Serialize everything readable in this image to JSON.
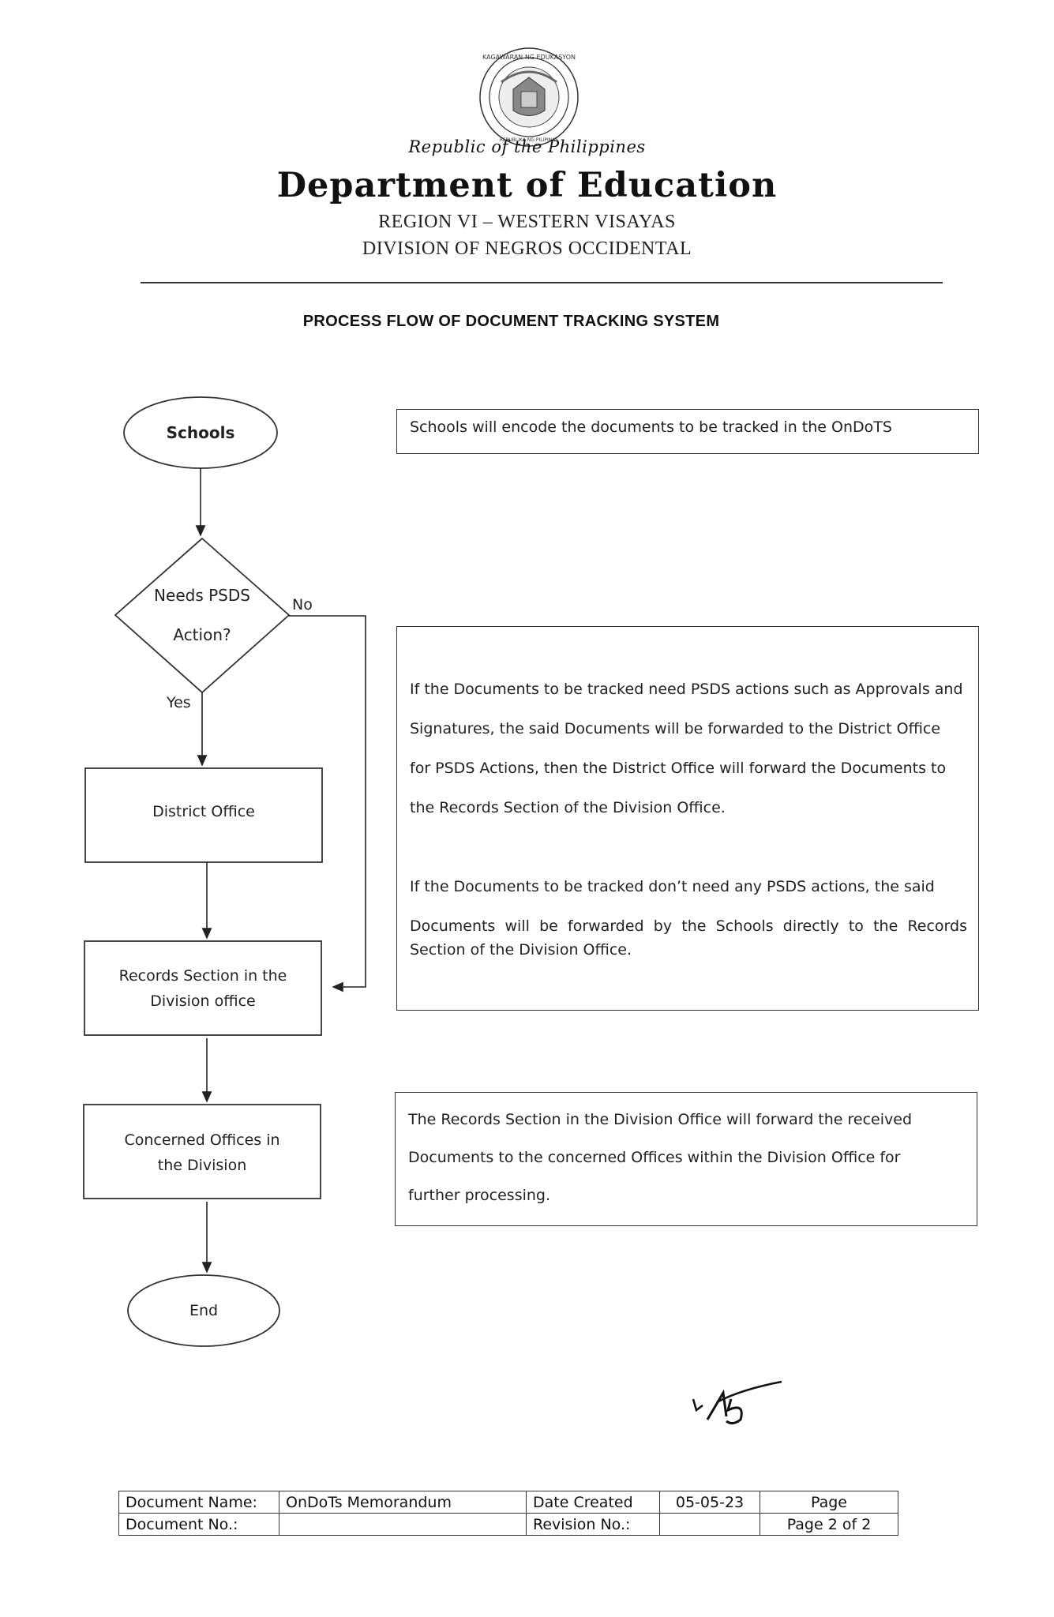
{
  "header": {
    "seal_ring_top": "KAGAWARAN NG EDUKASYON",
    "seal_ring_bottom": "REPUBLIKA NG PILIPINAS",
    "republic": "Republic of the Philippines",
    "department": "Department of Education",
    "region": "REGION VI – WESTERN VISAYAS",
    "division": "DIVISION OF NEGROS OCCIDENTAL"
  },
  "title": "PROCESS FLOW OF DOCUMENT TRACKING SYSTEM",
  "flow": {
    "start": "Schools",
    "decision_line1": "Needs PSDS",
    "decision_line2": "Action?",
    "no_label": "No",
    "yes_label": "Yes",
    "district": "District Office",
    "records_line1": "Records Section in the",
    "records_line2": "Division office",
    "concerned_line1": "Concerned Offices in",
    "concerned_line2": "the Division",
    "end": "End"
  },
  "descriptions": {
    "box1": "Schools will encode the documents to be tracked in the OnDoTS",
    "box2_p1": [
      "If the Documents to be tracked need PSDS actions such as Approvals and",
      "Signatures, the said Documents will be forwarded to the District Office",
      "for PSDS Actions, then the District Office will forward the Documents to",
      "the Records Section of the Division Office."
    ],
    "box2_p2": [
      "If the Documents to be tracked don’t need any PSDS actions, the said",
      "Documents will be forwarded by the Schools directly to the Records",
      "Section of the Division Office."
    ],
    "box3": [
      "The Records Section in the Division Office will forward the received",
      "Documents to the concerned Offices within the Division Office for",
      "further processing."
    ]
  },
  "footer": {
    "doc_name_label": "Document Name:",
    "doc_name_value": "OnDoTs Memorandum",
    "date_created_label": "Date Created",
    "date_created_value": "05-05-23",
    "page_label": "Page",
    "doc_no_label": "Document No.:",
    "doc_no_value": "",
    "revision_label": "Revision No.:",
    "revision_value": "",
    "page_value": "Page 2 of 2"
  }
}
